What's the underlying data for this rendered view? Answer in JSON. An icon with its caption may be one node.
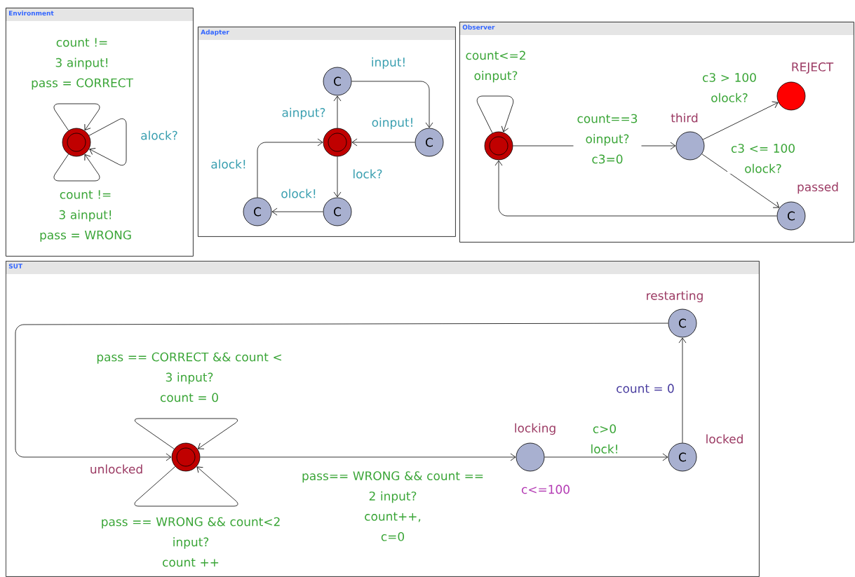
{
  "diagram": {
    "nodes": [
      {
        "text": [
          "Environment"
        ]
      },
      {
        "text": [],
        "shape": "circle",
        "in": 0
      },
      {
        "text": [
          "Adapter"
        ]
      },
      {
        "text": [],
        "shape": "circle",
        "in": 2
      },
      {
        "text": [
          "C"
        ],
        "in": 2
      },
      {
        "text": [
          "C"
        ],
        "in": 2
      },
      {
        "text": [
          "C"
        ],
        "in": 2
      },
      {
        "text": [
          "C"
        ],
        "in": 2
      },
      {
        "text": [
          "Observer"
        ]
      },
      {
        "text": [],
        "shape": "circle",
        "in": 8
      },
      {
        "text": [],
        "shape": "circle",
        "in": 8,
        "beside": [
          "third"
        ]
      },
      {
        "text": [],
        "shape": "circle",
        "in": 8,
        "beside": [
          "REJECT"
        ]
      },
      {
        "text": [
          "C"
        ],
        "in": 8,
        "beside": [
          "passed"
        ]
      },
      {
        "text": [
          "SUT"
        ]
      },
      {
        "text": [],
        "shape": "circle",
        "in": 13,
        "beside": [
          "unlocked"
        ]
      },
      {
        "text": [],
        "shape": "circle",
        "in": 13,
        "beside": [
          "locking",
          "c<=100"
        ]
      },
      {
        "text": [
          "C"
        ],
        "in": 13,
        "beside": [
          "locked"
        ]
      },
      {
        "text": [
          "C"
        ],
        "in": 13,
        "beside": [
          "restarting"
        ]
      }
    ],
    "edges": [
      {
        "from": 1,
        "to": 1,
        "arrow": "to",
        "label": "count != 3 ainput! pass = CORRECT"
      },
      {
        "from": 1,
        "to": 1,
        "arrow": "to",
        "label": "alock?"
      },
      {
        "from": 1,
        "to": 1,
        "arrow": "to",
        "label": "count != 3 ainput! pass = WRONG"
      },
      {
        "from": 3,
        "to": 4,
        "arrow": "to",
        "label": "ainput?"
      },
      {
        "from": 4,
        "to": 5,
        "arrow": "to",
        "label": "input!"
      },
      {
        "from": 5,
        "to": 3,
        "arrow": "to",
        "label": "oinput!"
      },
      {
        "from": 3,
        "to": 6,
        "arrow": "to",
        "label": "lock?"
      },
      {
        "from": 6,
        "to": 7,
        "arrow": "to",
        "label": "olock!"
      },
      {
        "from": 7,
        "to": 3,
        "arrow": "to",
        "label": "alock!"
      },
      {
        "from": 9,
        "to": 9,
        "arrow": "to",
        "label": "count<=2 oinput?"
      },
      {
        "from": 9,
        "to": 10,
        "arrow": "to",
        "label": "count==3 oinput? c3=0"
      },
      {
        "from": 10,
        "to": 11,
        "arrow": "to",
        "label": "c3 > 100 olock?"
      },
      {
        "from": 10,
        "to": 12,
        "arrow": "to",
        "label": "c3 <= 100 olock?"
      },
      {
        "from": 12,
        "to": 9,
        "arrow": "to"
      },
      {
        "from": 14,
        "to": 14,
        "arrow": "to",
        "label": "pass == CORRECT && count < 3 input? count = 0"
      },
      {
        "from": 14,
        "to": 14,
        "arrow": "to",
        "label": "pass == WRONG && count<2 input? count ++"
      },
      {
        "from": 14,
        "to": 15,
        "arrow": "to",
        "label": "pass== WRONG && count == 2 input? count++, c=0"
      },
      {
        "from": 15,
        "to": 16,
        "arrow": "to",
        "label": "c>0 lock!"
      },
      {
        "from": 16,
        "to": 17,
        "arrow": "to",
        "label": "count = 0"
      },
      {
        "from": 17,
        "to": 14,
        "arrow": "to"
      }
    ]
  }
}
